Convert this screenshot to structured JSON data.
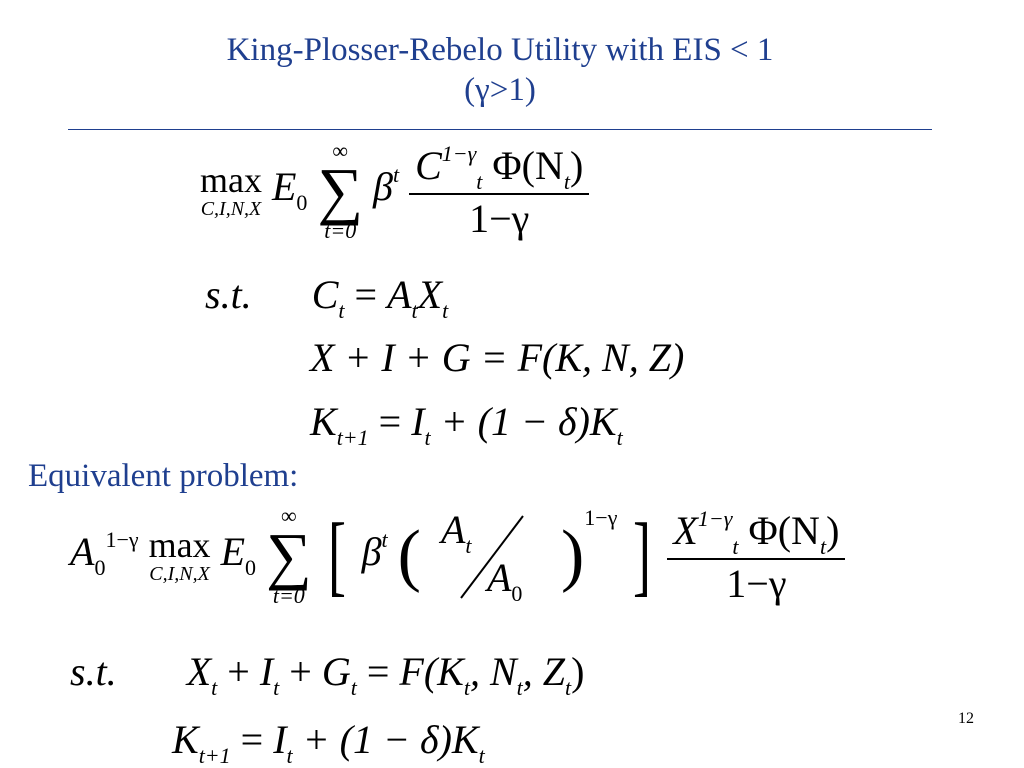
{
  "slide": {
    "title_line1": "King-Plosser-Rebelo Utility with EIS < 1",
    "title_line2": "(γ>1)",
    "subheading": "Equivalent problem:",
    "page_number": "12"
  },
  "colors": {
    "heading": "#1f3f8f",
    "rule": "#1f3f8f",
    "text": "#000000"
  },
  "eq1": {
    "max": "max",
    "max_sub": "C,I,N,X",
    "E": "E",
    "E_sub": "0",
    "sum_top": "∞",
    "sum_bottom": "t=0",
    "beta": "β",
    "beta_sup": "t",
    "num_C": "C",
    "num_C_sup": "1−γ",
    "num_C_sub": "t",
    "num_phi": "Φ(N",
    "num_N_sub": "t",
    "num_close": ")",
    "den": "1−γ"
  },
  "eq2": {
    "st": "s.t.",
    "lhs": "C",
    "lhs_sub": "t",
    "eq": " = ",
    "A": "A",
    "A_sub": "t",
    "X": "X",
    "X_sub": "t"
  },
  "eq3": {
    "text": "X + I + G = F(K, N, Z)"
  },
  "eq4": {
    "K": "K",
    "K_sub": "t+1",
    "eq": " = ",
    "I": "I",
    "I_sub": "t",
    "mid": " + (1 − δ)",
    "K2": "K",
    "K2_sub": "t"
  },
  "eq5": {
    "A": "A",
    "A_sub": "0",
    "A_sup": "1−γ",
    "max": "max",
    "max_sub": "C,I,N,X",
    "E": "E",
    "E_sub": "0",
    "sum_top": "∞",
    "sum_bottom": "t=0",
    "beta": "β",
    "beta_sup": "t",
    "frac_num": "A",
    "frac_num_sub": "t",
    "frac_den": "A",
    "frac_den_sub": "0",
    "paren_sup": "1−γ",
    "num_X": "X",
    "num_X_sup": "1−γ",
    "num_X_sub": "t",
    "num_phi": "Φ(N",
    "num_N_sub": "t",
    "num_close": ")",
    "den": "1−γ"
  },
  "eq6": {
    "st": "s.t.",
    "X": "X",
    "X_sub": "t",
    "p1": " + ",
    "I": "I",
    "I_sub": "t",
    "p2": " + ",
    "G": "G",
    "G_sub": "t",
    "eq": " = ",
    "F": "F(K",
    "K_sub": "t",
    "c1": ", N",
    "N_sub": "t",
    "c2": ", Z",
    "Z_sub": "t",
    "close": ")"
  },
  "eq7": {
    "K": "K",
    "K_sub": "t+1",
    "eq": " = ",
    "I": "I",
    "I_sub": "t",
    "mid": " + (1 − δ)",
    "K2": "K",
    "K2_sub": "t"
  }
}
